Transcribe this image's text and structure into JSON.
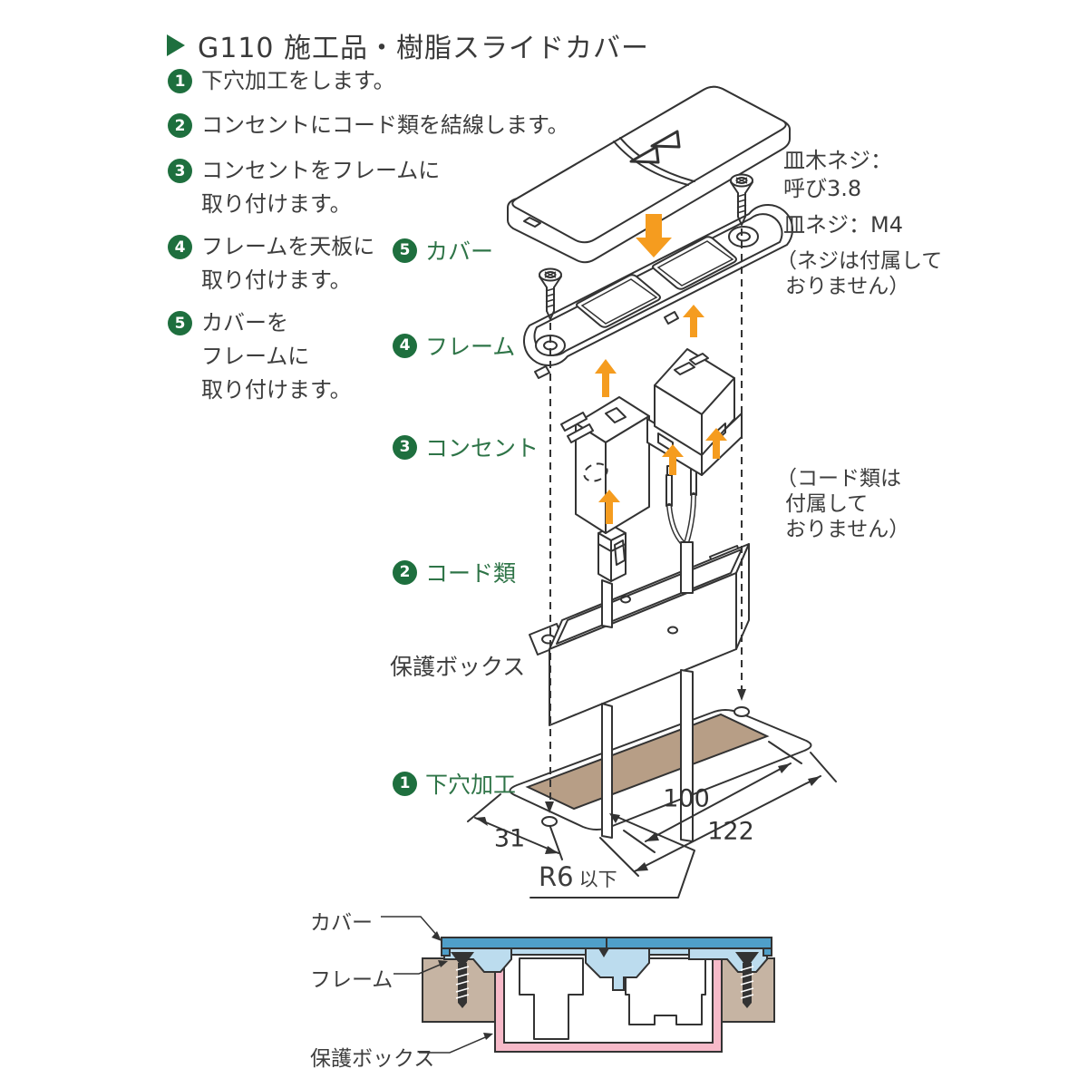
{
  "title": {
    "text": "G110 施工品・樹脂スライドカバー"
  },
  "steps": [
    {
      "num": "1",
      "lines": [
        "下穴加工をします。"
      ]
    },
    {
      "num": "2",
      "lines": [
        "コンセントにコード類を結線します。"
      ]
    },
    {
      "num": "3",
      "lines": [
        "コンセントをフレームに",
        "取り付けます。"
      ]
    },
    {
      "num": "4",
      "lines": [
        "フレームを天板に",
        "取り付けます。"
      ]
    },
    {
      "num": "5",
      "lines": [
        "カバーを",
        "フレームに",
        "取り付けます。"
      ]
    }
  ],
  "part_labels": {
    "cover": {
      "num": "5",
      "label": "カバー"
    },
    "frame": {
      "num": "4",
      "label": "フレーム"
    },
    "outlet": {
      "num": "3",
      "label": "コンセント"
    },
    "cords": {
      "num": "2",
      "label": "コード類"
    },
    "pilot": {
      "num": "1",
      "label": "下穴加工"
    },
    "box": "保護ボックス"
  },
  "notes": {
    "screw_wood_1": "皿木ネジ：",
    "screw_wood_2": "呼び3.8",
    "screw_machine": "皿ネジ：M4",
    "screw_paren_1": "（ネジは付属して",
    "screw_paren_2": "おりません）",
    "cord_paren_1": "（コード類は",
    "cord_paren_2": "付属して",
    "cord_paren_3": "おりません）"
  },
  "dimensions": {
    "length_inner": "100",
    "length_outer": "122",
    "width": "31",
    "radius": "R6",
    "radius_suffix": "以下"
  },
  "cross_section": {
    "cover": "カバー",
    "frame": "フレーム",
    "box": "保護ボックス"
  },
  "colors": {
    "green": "#1e6f3e",
    "orange": "#f59c1f",
    "line": "#333333",
    "desk_tan": "#c6b4a3",
    "hole_tan": "#b79e86",
    "cover_blue": "#4f9fc9",
    "frame_blue": "#bcdcee",
    "box_pink": "#f7bac9"
  }
}
